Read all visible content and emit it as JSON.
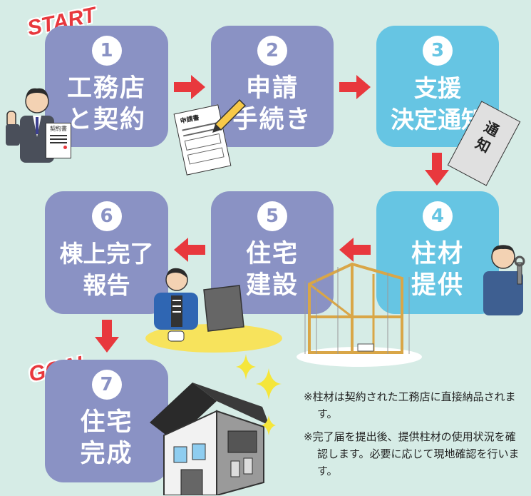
{
  "start_label": "START",
  "goal_label": "GOAL",
  "steps": [
    {
      "num": "1",
      "lines": [
        "工務店",
        "と契約"
      ]
    },
    {
      "num": "2",
      "lines": [
        "申請",
        "手続き"
      ]
    },
    {
      "num": "3",
      "lines": [
        "支援",
        "決定通知"
      ]
    },
    {
      "num": "4",
      "lines": [
        "柱材",
        "提供"
      ]
    },
    {
      "num": "5",
      "lines": [
        "住宅",
        "建設"
      ]
    },
    {
      "num": "6",
      "lines": [
        "棟上完了",
        "報告"
      ]
    },
    {
      "num": "7",
      "lines": [
        "住宅",
        "完成"
      ]
    }
  ],
  "illustrations": {
    "contract_doc": "契約書",
    "application_doc": "申請書",
    "notice": [
      "通",
      "知"
    ]
  },
  "notes": [
    "※柱材は契約された工務店に直接納品されます。",
    "※完了届を提出後、提供柱材の使用状況を確認します。必要に応じて現地確認を行います。"
  ],
  "colors": {
    "purple": "#8a92c4",
    "blue": "#66c5e3",
    "arrow": "#e8383d",
    "background": "#d6ece6"
  }
}
